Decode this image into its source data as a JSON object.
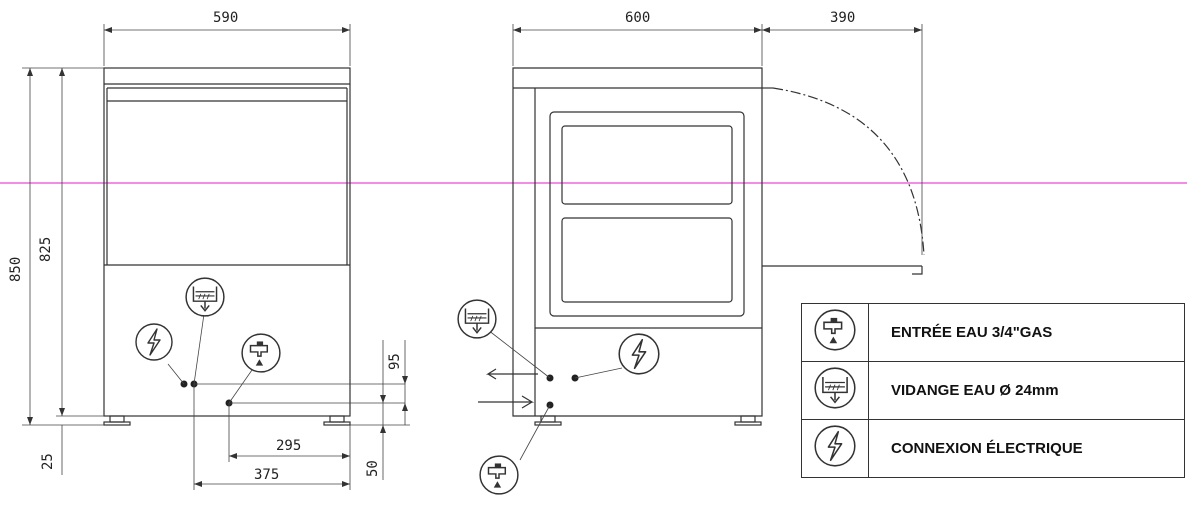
{
  "dimensions": {
    "front_width": "590",
    "side_depth": "600",
    "door_projection": "390",
    "total_height": "850",
    "body_height": "825",
    "foot_height": "25",
    "connection_height": "95",
    "inlet_height": "50",
    "inlet_offset": "295",
    "outlet_offset": "375"
  },
  "legend": [
    {
      "icon": "water-tap-icon",
      "label": "ENTRÉE EAU  3/4\"GAS"
    },
    {
      "icon": "water-drain-icon",
      "label": "VIDANGE EAU  Ø 24mm"
    },
    {
      "icon": "lightning-bolt-icon",
      "label": "CONNEXION ÉLECTRIQUE"
    }
  ]
}
